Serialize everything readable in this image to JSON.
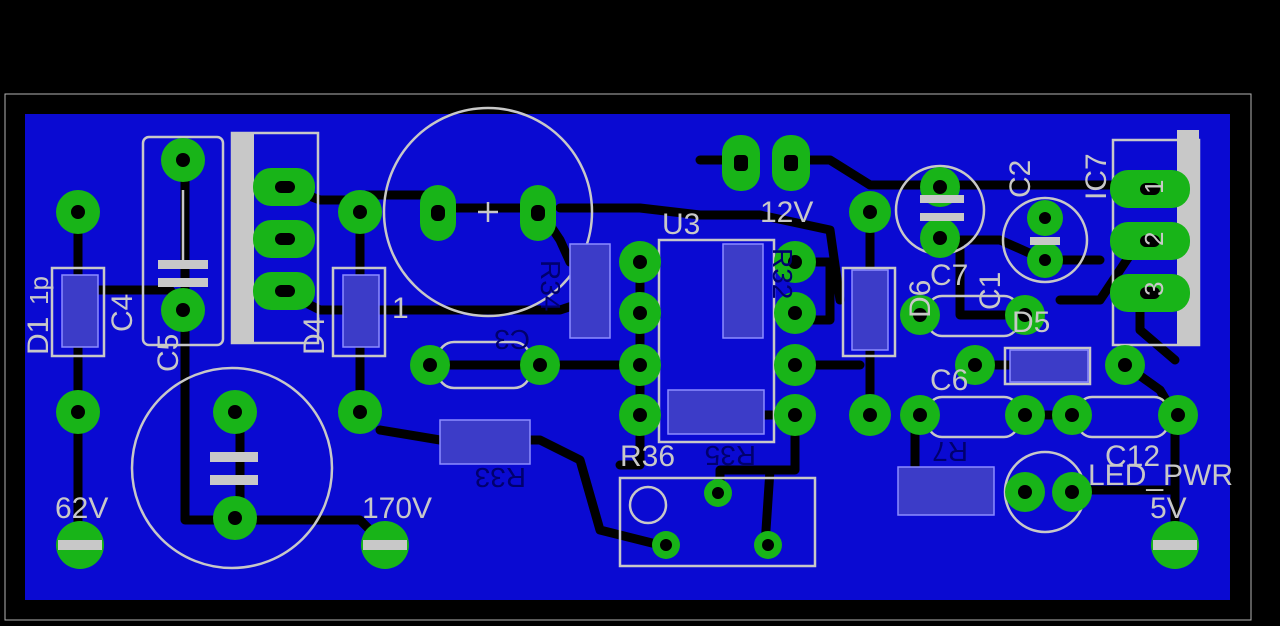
{
  "labels": {
    "d1": "D1",
    "d1_sub": "1p",
    "c4": "C4",
    "c5": "C5",
    "d4": "D4",
    "d4_sub": "1",
    "u3": "U3",
    "r34": "R34",
    "c3": "C3",
    "r32": "R32",
    "v12": "12V",
    "ic7": "IC7",
    "c2": "C2",
    "c7": "C7",
    "c1": "C1",
    "d6": "D6",
    "d5": "D5",
    "c6": "C6",
    "r36": "R36",
    "r35": "R35",
    "r33": "R33",
    "r7": "R7",
    "c12": "C12",
    "led_pwr": "LED_PWR",
    "v62": "62V",
    "v170": "170V",
    "v5": "5V",
    "ic_pin3": "3",
    "ic_pin2": "2",
    "ic_pin1": "1"
  },
  "colors": {
    "background": "#000000",
    "copper_pour": "#0a0ad2",
    "pad": "#18b418",
    "silkscreen": "#c8c8c8",
    "smd_pad": "#3c3cc8"
  }
}
